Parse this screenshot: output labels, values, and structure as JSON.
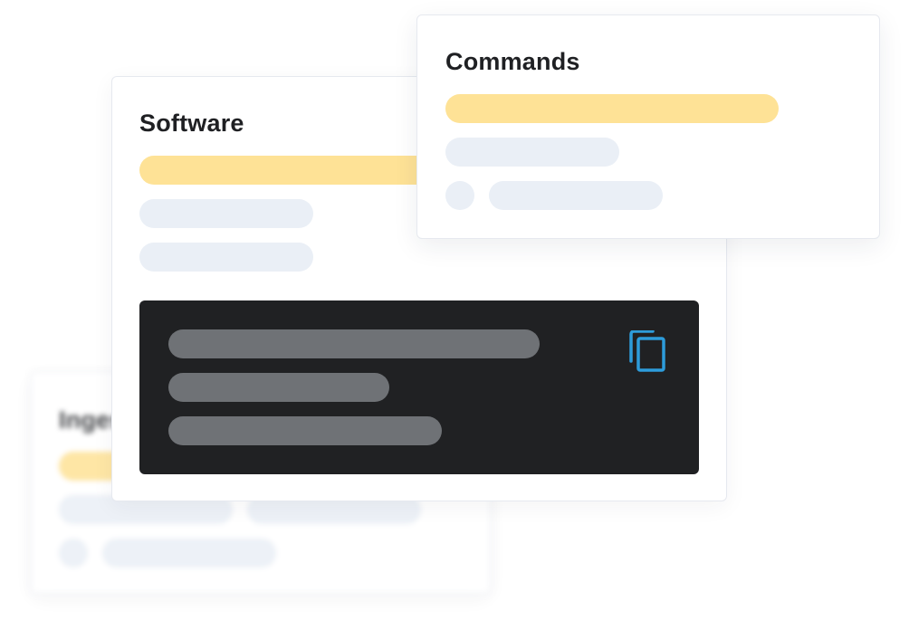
{
  "cards": {
    "ingest": {
      "title": "Ingest"
    },
    "software": {
      "title": "Software"
    },
    "commands": {
      "title": "Commands"
    }
  },
  "icons": {
    "copy": "copy-icon"
  },
  "colors": {
    "highlight_bar": "#fee296",
    "placeholder_bar": "#eaeff6",
    "code_background": "#202123",
    "code_line": "#6f7276",
    "copy_icon": "#2d9cdb",
    "title_text": "#1f2023"
  }
}
